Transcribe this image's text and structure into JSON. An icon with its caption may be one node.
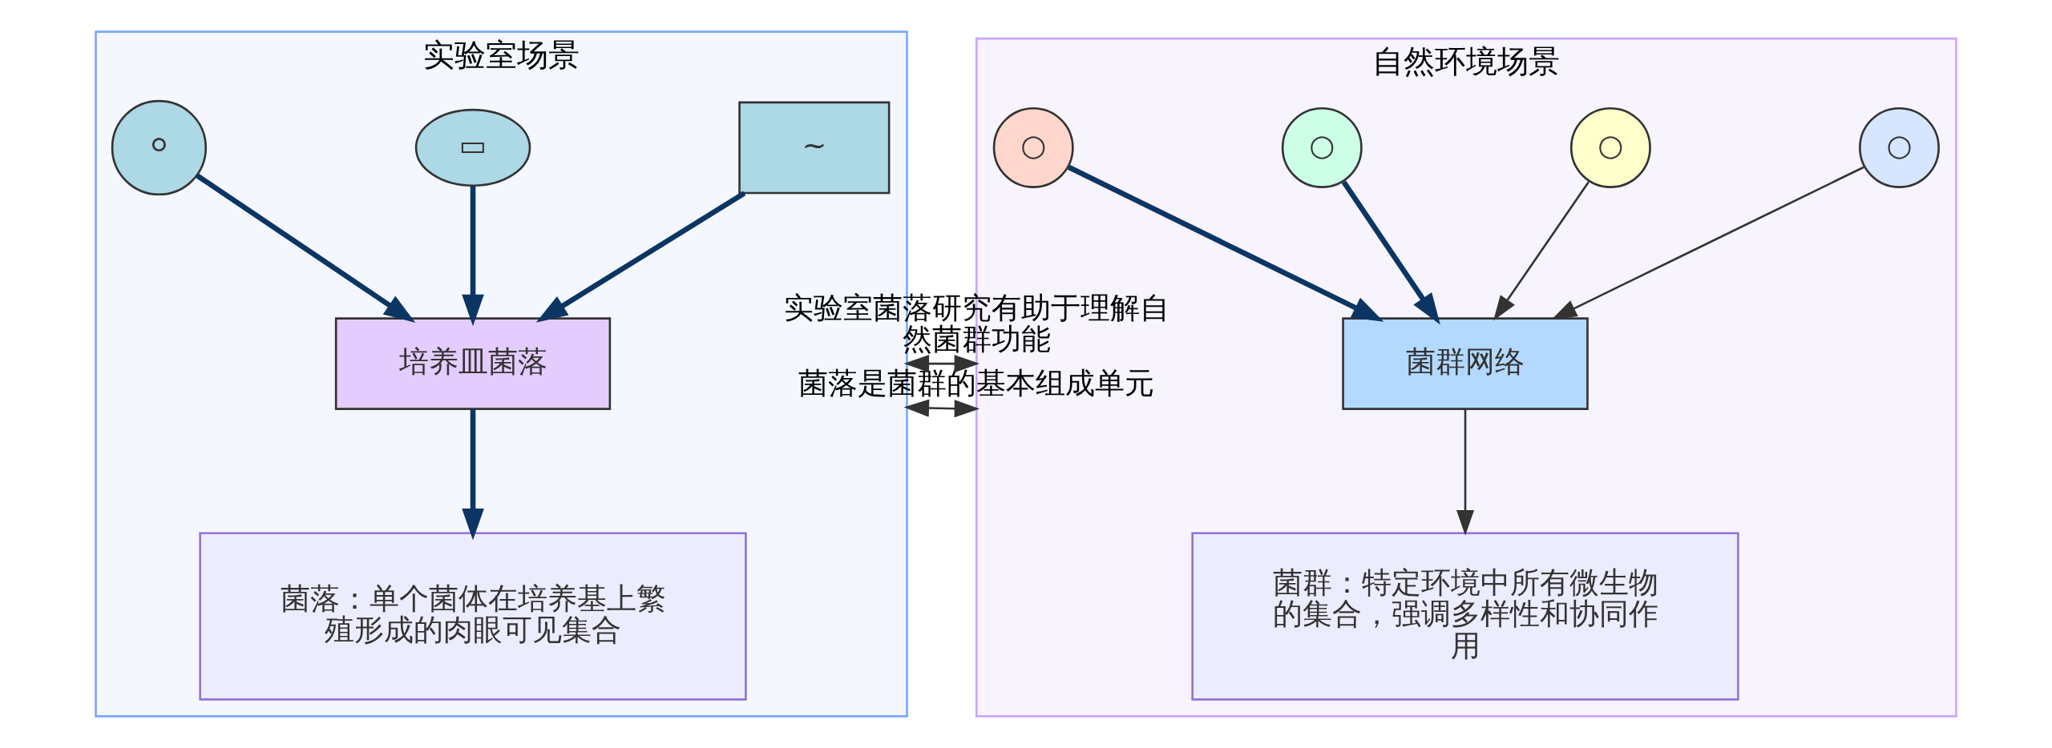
{
  "diagram": {
    "nodes": [
      {
        "text": [
          "实验室场景"
        ]
      },
      {
        "text": [
          "⚪"
        ],
        "in": 0
      },
      {
        "text": [
          "▭"
        ],
        "in": 0
      },
      {
        "text": [
          "~"
        ],
        "in": 0
      },
      {
        "text": [
          "培养皿菌落"
        ],
        "in": 0
      },
      {
        "text": [
          "菌落：单个菌体在培养基上繁殖形成的肉眼可见集合"
        ],
        "in": 0
      },
      {
        "text": [
          "自然环境场景"
        ]
      },
      {
        "text": [
          "○"
        ],
        "in": 6
      },
      {
        "text": [
          "○"
        ],
        "in": 6
      },
      {
        "text": [
          "○"
        ],
        "in": 6
      },
      {
        "text": [
          "○"
        ],
        "in": 6
      },
      {
        "text": [
          "菌群网络"
        ],
        "in": 6
      },
      {
        "text": [
          "菌群：特定环境中所有微生物的集合，强调多样性和协同作用"
        ],
        "in": 6
      }
    ],
    "edges": [
      {
        "from": 1,
        "to": 4,
        "arrow": "to"
      },
      {
        "from": 2,
        "to": 4,
        "arrow": "to"
      },
      {
        "from": 3,
        "to": 4,
        "arrow": "to"
      },
      {
        "from": 4,
        "to": 5,
        "arrow": "to"
      },
      {
        "from": 7,
        "to": 11,
        "arrow": "to"
      },
      {
        "from": 8,
        "to": 11,
        "arrow": "to"
      },
      {
        "from": 9,
        "to": 11,
        "arrow": "to",
        "color": "#333333"
      },
      {
        "from": 10,
        "to": 11,
        "arrow": "to",
        "color": "#333333"
      },
      {
        "from": 11,
        "to": 12,
        "arrow": "to",
        "color": "#333333"
      },
      {
        "from": 0,
        "to": 6,
        "arrow": "both",
        "label": "菌落是菌群的基本组成单元",
        "color": "#333333"
      },
      {
        "from": 0,
        "to": 6,
        "arrow": "both",
        "label": "实验室菌落研究有助于理解自然菌群功能",
        "color": "#333333"
      }
    ]
  }
}
